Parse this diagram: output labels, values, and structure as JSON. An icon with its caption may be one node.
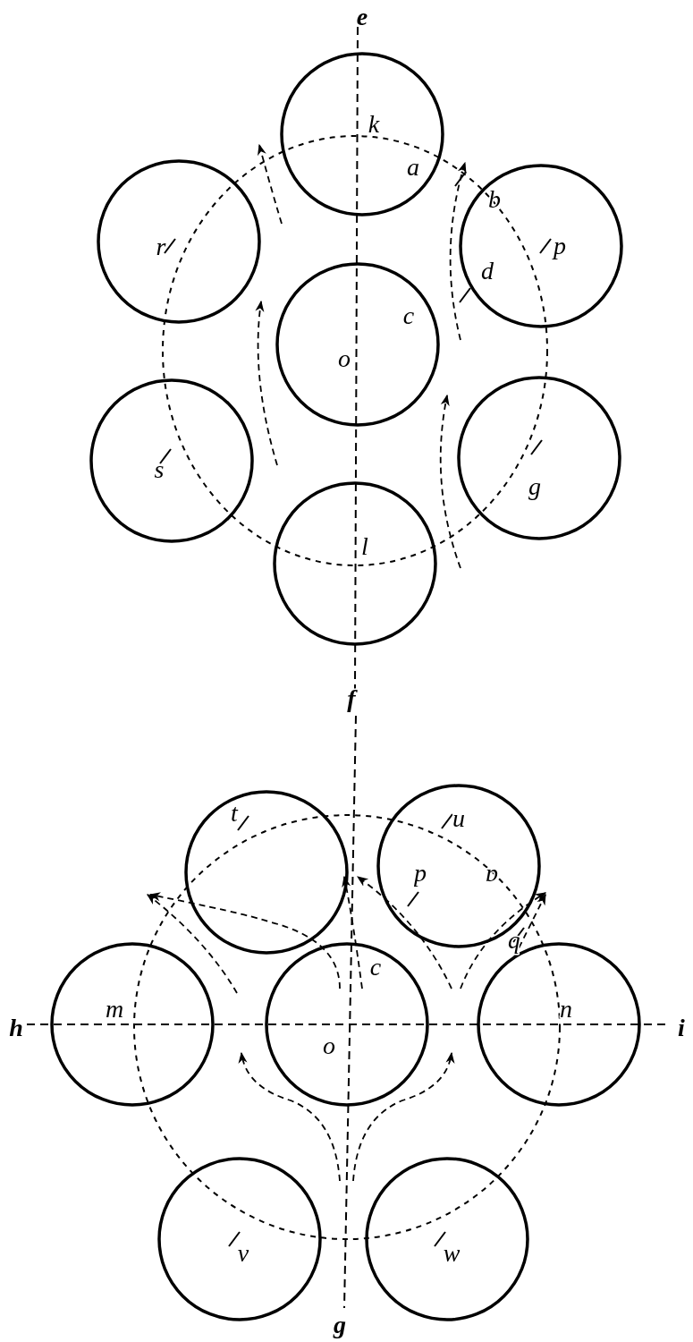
{
  "diagram": {
    "labels": [
      "e",
      "k",
      "a",
      "r",
      "b",
      "p",
      "d",
      "c",
      "o",
      "s",
      "g",
      "l",
      "f",
      "t",
      "u",
      "d",
      "a",
      "c",
      "b",
      "h",
      "m",
      "n",
      "i",
      "o",
      "v",
      "w",
      "g"
    ]
  }
}
